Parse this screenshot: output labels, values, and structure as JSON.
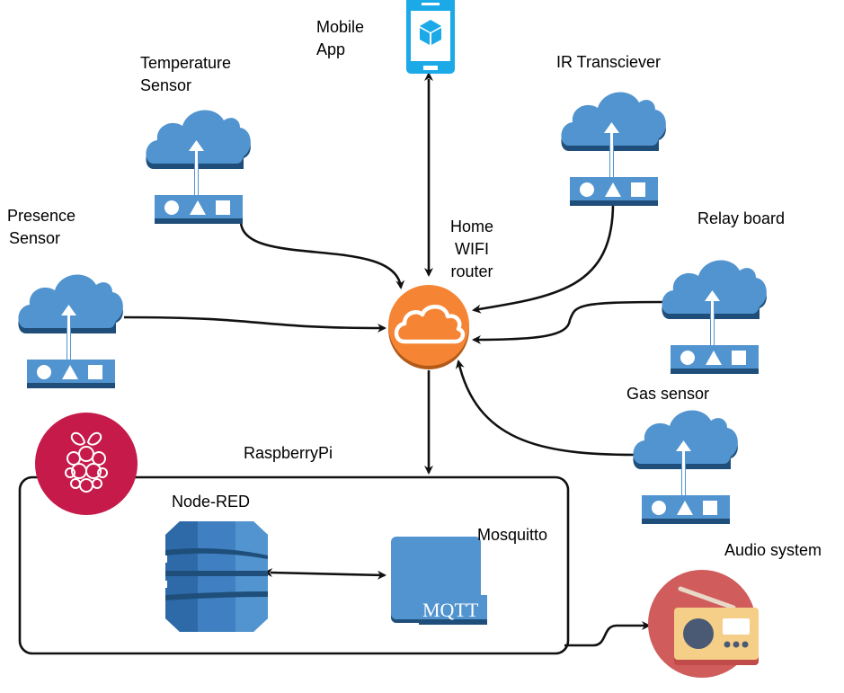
{
  "diagram": {
    "nodes": {
      "mobile_app": {
        "label_line1": "Mobile",
        "label_line2": "App",
        "icon": "smartphone-icon"
      },
      "temperature_sensor": {
        "label_line1": "Temperature",
        "label_line2": "Sensor",
        "icon": "iot-cloud-device-icon"
      },
      "presence_sensor": {
        "label_line1": "Presence",
        "label_line2": "Sensor",
        "icon": "iot-cloud-device-icon"
      },
      "ir_transceiver": {
        "label": "IR Transciever",
        "icon": "iot-cloud-device-icon"
      },
      "relay_board": {
        "label": "Relay board",
        "icon": "iot-cloud-device-icon"
      },
      "gas_sensor": {
        "label": "Gas sensor",
        "icon": "iot-cloud-device-icon"
      },
      "router": {
        "label_line1": "Home",
        "label_line2": "WIFI",
        "label_line3": "router",
        "icon": "cloud-router-icon"
      },
      "raspberry_pi": {
        "label": "RaspberryPi",
        "icon": "raspberry-pi-icon"
      },
      "node_red": {
        "label": "Node-RED",
        "icon": "database-stack-icon"
      },
      "mosquitto": {
        "label": "Mosquitto",
        "badge": "MQTT",
        "icon": "mqtt-broker-icon"
      },
      "audio_system": {
        "label": "Audio system",
        "icon": "radio-icon"
      }
    },
    "edges": [
      {
        "from": "mobile_app",
        "to": "router",
        "direction": "bidirectional"
      },
      {
        "from": "temperature_sensor",
        "to": "router",
        "direction": "forward"
      },
      {
        "from": "presence_sensor",
        "to": "router",
        "direction": "forward"
      },
      {
        "from": "ir_transceiver",
        "to": "router",
        "direction": "forward"
      },
      {
        "from": "relay_board",
        "to": "router",
        "direction": "forward"
      },
      {
        "from": "gas_sensor",
        "to": "router",
        "direction": "forward"
      },
      {
        "from": "router",
        "to": "raspberry_pi",
        "direction": "forward"
      },
      {
        "from": "node_red",
        "to": "mosquitto",
        "direction": "bidirectional"
      },
      {
        "from": "raspberry_pi",
        "to": "audio_system",
        "direction": "forward"
      }
    ],
    "colors": {
      "iot_blue": "#5294cf",
      "iot_dark": "#1e4e79",
      "phone_cyan": "#1ba9e8",
      "router_orange": "#f58534",
      "raspberry_red": "#c51a4a",
      "dynamo_blue": "#3f7fc2",
      "radio_red": "#d05c5c",
      "radio_body": "#f5cf87"
    }
  }
}
